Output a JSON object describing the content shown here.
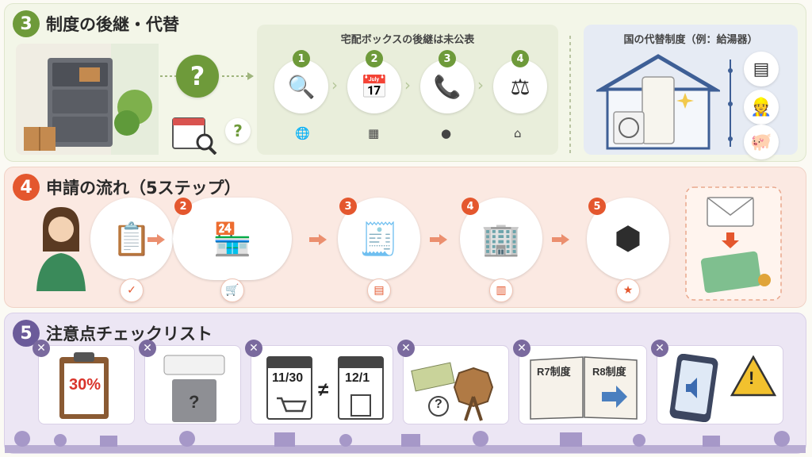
{
  "section3": {
    "number": "3",
    "title": "制度の後継・代替",
    "center_panel_title": "宅配ボックスの後継は未公表",
    "right_panel_title": "国の代替制度（例：給湯器）",
    "steps": [
      {
        "num": "1",
        "icon": "browser-search-icon",
        "sub_icon": "globe-icon"
      },
      {
        "num": "2",
        "icon": "calendar-clock-icon",
        "sub_icon": "calendar-icon"
      },
      {
        "num": "3",
        "icon": "phone-chat-icon",
        "sub_icon": "person-icon"
      },
      {
        "num": "4",
        "icon": "scales-icon",
        "sub_icon": "house-icon"
      }
    ]
  },
  "section4": {
    "number": "4",
    "title": "申請の流れ（5ステップ）",
    "steps": [
      {
        "num": "",
        "icon": "checklist-icon",
        "sub_icon": "check-icon"
      },
      {
        "num": "2",
        "icon": "store-icon",
        "sub_icon": "cart-icon"
      },
      {
        "num": "3",
        "icon": "receipt-pen-icon",
        "sub_icon": "document-icon"
      },
      {
        "num": "4",
        "icon": "office-building-icon",
        "sub_icon": "building-icon"
      },
      {
        "num": "5",
        "icon": "lottery-drum-icon",
        "sub_icon": "star-icon"
      }
    ]
  },
  "section5": {
    "number": "5",
    "title": "注意点チェックリスト",
    "cards": [
      {
        "name": "clipboard-card",
        "text": "30%"
      },
      {
        "name": "appliance-card",
        "text": "?"
      },
      {
        "name": "date-mismatch-card",
        "date1": "11/30",
        "neq": "≠",
        "date2": "12/1"
      },
      {
        "name": "money-lottery-card",
        "text": "?"
      },
      {
        "name": "system-book-card",
        "left": "R7制度",
        "right": "R8制度"
      },
      {
        "name": "phone-warning-card",
        "text": "!"
      }
    ]
  },
  "colors": {
    "green": "#6e9a3a",
    "orange": "#e4572e",
    "purple": "#6b5b9a"
  }
}
